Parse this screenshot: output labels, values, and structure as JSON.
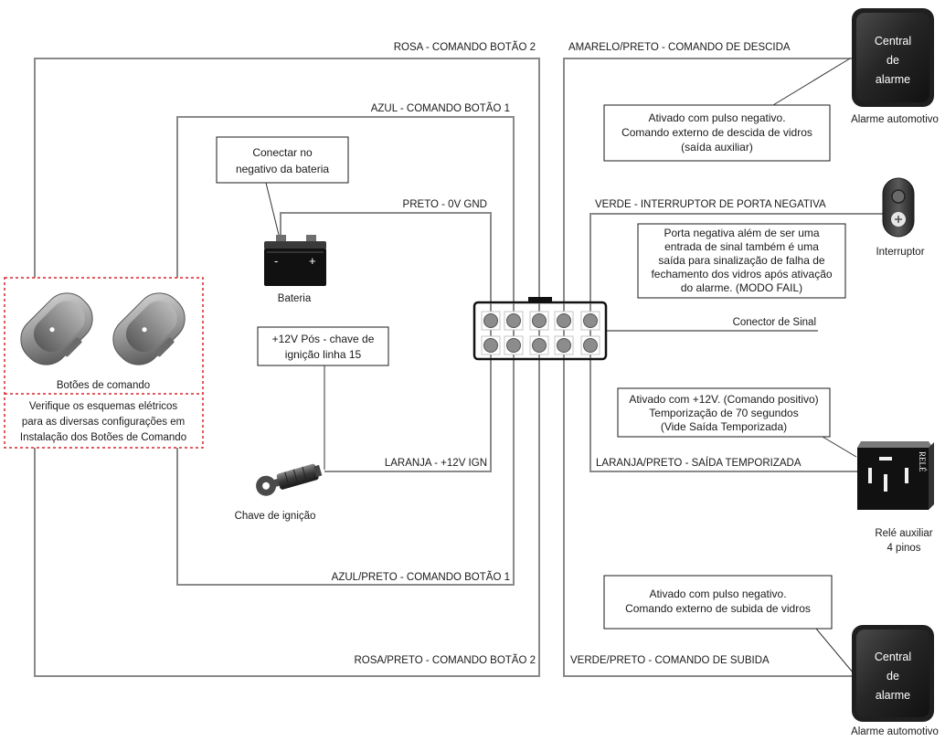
{
  "wires": {
    "rosa": "ROSA - COMANDO BOTÃO 2",
    "azul": "AZUL - COMANDO BOTÃO 1",
    "preto": "PRETO - 0V GND",
    "laranja": "LARANJA - +12V IGN",
    "azul_preto": "AZUL/PRETO - COMANDO BOTÃO 1",
    "rosa_preto": "ROSA/PRETO - COMANDO BOTÃO 2",
    "amarelo_preto": "AMARELO/PRETO - COMANDO DE DESCIDA",
    "verde": "VERDE - INTERRUPTOR DE PORTA NEGATIVA",
    "laranja_preto": "LARANJA/PRETO - SAÍDA TEMPORIZADA",
    "verde_preto": "VERDE/PRETO - COMANDO DE SUBIDA",
    "conector": "Conector de Sinal"
  },
  "components": {
    "bateria": "Bateria",
    "battery_minus": "-",
    "battery_plus": "+",
    "chave": "Chave de ignição",
    "botoes": "Botões de comando",
    "alarme_top": {
      "lines": [
        "Central",
        "de",
        "alarme"
      ],
      "caption": "Alarme automotivo"
    },
    "alarme_bottom": {
      "lines": [
        "Central",
        "de",
        "alarme"
      ],
      "caption": "Alarme automotivo"
    },
    "interruptor": "Interruptor",
    "rele": {
      "mark": "RELÉ",
      "caption": [
        "Relé auxiliar",
        "4 pinos"
      ]
    }
  },
  "notes": {
    "bateria": [
      "Conectar no",
      "negativo da bateria"
    ],
    "ignicao": [
      "+12V Pós - chave de",
      "ignição linha 15"
    ],
    "botoes": [
      "Verifique os esquemas elétricos",
      "para as diversas configurações em",
      "Instalação dos Botões de Comando"
    ],
    "descida": [
      "Ativado com pulso negativo.",
      "Comando externo de descida de vidros",
      "(saída auxiliar)"
    ],
    "porta": [
      "Porta negativa além de ser uma",
      "entrada de sinal também é uma",
      "saída para sinalização de falha de",
      "fechamento dos vidros após ativação",
      "do alarme. (MODO FAIL)"
    ],
    "temporizada": [
      "Ativado com +12V. (Comando positivo)",
      "Temporização de 70 segundos",
      "(Vide Saída Temporizada)"
    ],
    "subida": [
      "Ativado com pulso negativo.",
      "Comando externo de subida de vidros"
    ]
  },
  "icons": [
    "rocker-button-icon",
    "battery-icon",
    "ignition-key-icon",
    "alarm-central-icon",
    "door-switch-icon",
    "relay-icon",
    "signal-connector-icon"
  ],
  "colors": {
    "wire": "#8a8a8a",
    "note_border": "#1a1a1a",
    "highlight": "#d7262e",
    "central": "#1f1f1f"
  }
}
